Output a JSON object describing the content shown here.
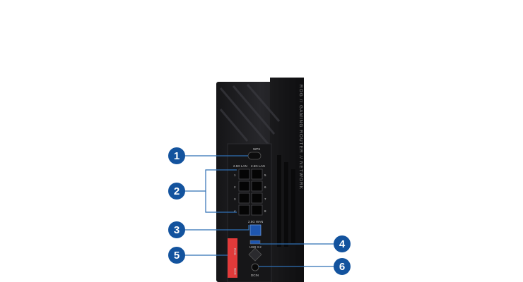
{
  "device": {
    "side_text": "ROG // GAMING ROUTER // NETWORK",
    "wps_label": "WPS",
    "lan_group_labels": [
      "2.5G LAN",
      "2.5G LAN"
    ],
    "lan_port_numbers": [
      "1",
      "5",
      "2",
      "6",
      "3",
      "7",
      "4",
      "8"
    ],
    "wan_label": "2.5G WAN",
    "usb_label": "USB 3.2",
    "dcin_label": "DCIN",
    "sticker_text": [
      "ROG",
      "RDR"
    ]
  },
  "callouts": [
    {
      "number": "1"
    },
    {
      "number": "2"
    },
    {
      "number": "3"
    },
    {
      "number": "4"
    },
    {
      "number": "5"
    },
    {
      "number": "6"
    }
  ],
  "colors": {
    "callout": "#13539e",
    "leader": "#2f6fb5",
    "body": "#1f1f22",
    "wan_port": "#1e56b0",
    "sticker": "#e23a3a"
  }
}
